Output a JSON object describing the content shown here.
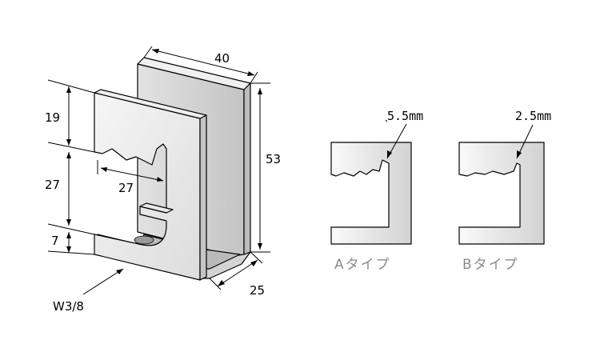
{
  "dimensions": {
    "width": "40",
    "height": "53",
    "depth": "25",
    "upper": "19",
    "middle": "27",
    "lower": "7",
    "opening": "27",
    "thread": "W3/8"
  },
  "types": [
    {
      "caption": "Aタイプ",
      "note": "5.5mm"
    },
    {
      "caption": "Bタイプ",
      "note": "2.5mm"
    }
  ],
  "colors": {
    "fill_light": "#f4f4f4",
    "fill_mid": "#dedede",
    "fill_dark": "#c8c8c8",
    "line": "#000000",
    "caption": "#8a8a8a"
  }
}
